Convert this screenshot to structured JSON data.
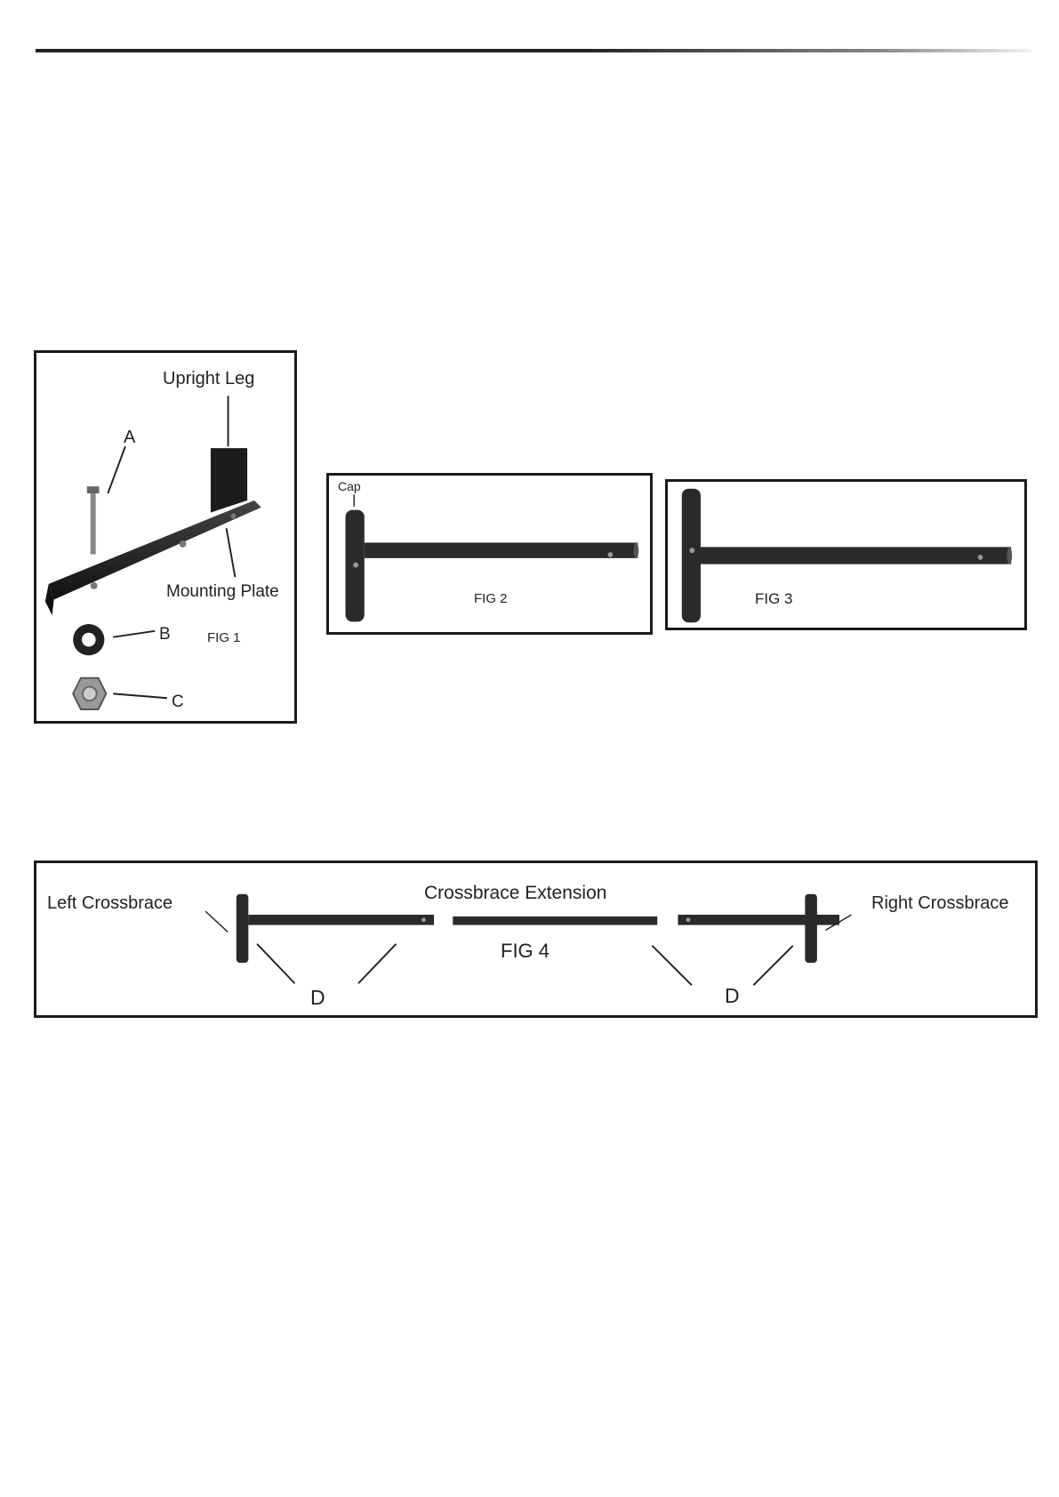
{
  "fig1": {
    "caption": "FIG 1",
    "upright_leg_label": "Upright  Leg",
    "mounting_plate_label": "Mounting Plate",
    "label_a": "A",
    "label_b": "B",
    "label_c": "C"
  },
  "fig2": {
    "caption": "FIG 2",
    "cap_label": "Cap"
  },
  "fig3": {
    "caption": "FIG 3"
  },
  "fig4": {
    "caption": "FIG 4",
    "left_label": "Left Crossbrace",
    "extension_label": "Crossbrace Extension",
    "right_label": "Right Crossbrace",
    "label_d_left": "D",
    "label_d_right": "D"
  },
  "colors": {
    "metal": "#2a2a2a",
    "frame": "#1a1a1a"
  }
}
